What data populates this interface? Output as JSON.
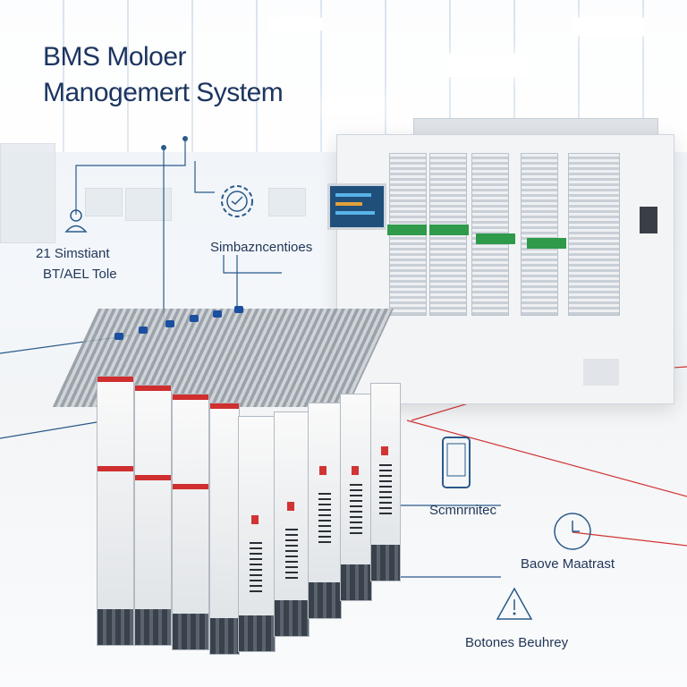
{
  "title_line1": "BMS Moloer",
  "title_line2": "Manogemert System",
  "left_label_1": "21 Simstiant",
  "left_label_2": "BT/AEL Tole",
  "center_label": "Simbazncentioes",
  "right_label_1": "Scmnrnitec",
  "right_label_2": "Baove Maatrast",
  "right_label_3": "Botones Beuhrey",
  "colors": {
    "title": "#1c3560",
    "accent_red": "#d23434",
    "line_blue": "#2a5a8a",
    "green": "#2e9a4a"
  },
  "icons": [
    "person-icon",
    "gear-icon",
    "tablet-icon",
    "clock-icon",
    "warning-triangle-icon"
  ]
}
